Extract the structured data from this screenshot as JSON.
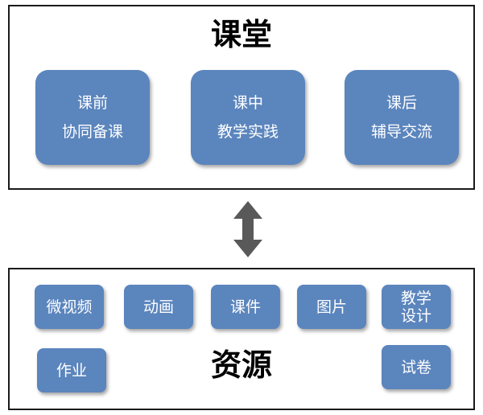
{
  "classroom": {
    "title": "课堂",
    "stages": [
      {
        "line1": "课前",
        "line2": "协同备课"
      },
      {
        "line1": "课中",
        "line2": "教学实践"
      },
      {
        "line1": "课后",
        "line2": "辅导交流"
      }
    ]
  },
  "resources": {
    "title": "资源",
    "items": {
      "video": "微视频",
      "animation": "动画",
      "courseware": "课件",
      "images": "图片",
      "design": "教学\n设计",
      "homework": "作业",
      "tests": "试卷"
    }
  },
  "colors": {
    "box_fill": "#5b85bd",
    "arrow_fill": "#595959",
    "border": "#1a1a1a"
  },
  "icons": {
    "connector": "double-arrow-vertical"
  }
}
